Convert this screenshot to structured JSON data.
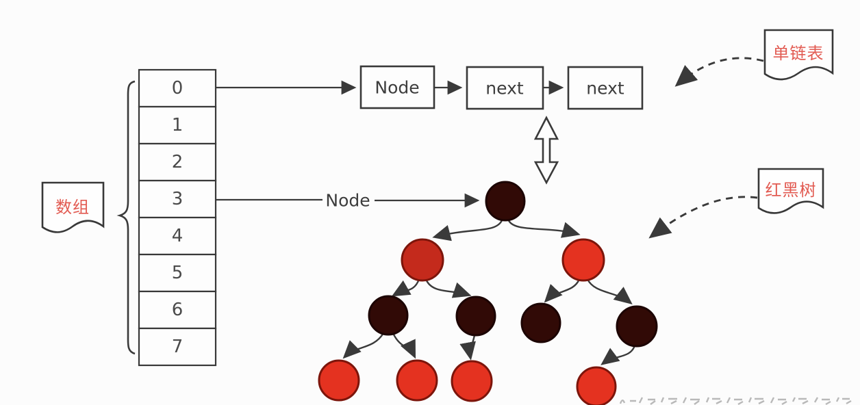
{
  "diagram": {
    "array": {
      "label": "数组",
      "cells": [
        "0",
        "1",
        "2",
        "3",
        "4",
        "5",
        "6",
        "7"
      ]
    },
    "linked_list": {
      "label": "单链表",
      "nodes": [
        "Node",
        "next",
        "next"
      ]
    },
    "tree": {
      "label": "红黑树",
      "pointer_label": "Node",
      "nodes": [
        {
          "id": "root",
          "color": "black",
          "parent": null
        },
        {
          "id": "L",
          "color": "red",
          "parent": "root"
        },
        {
          "id": "R",
          "color": "red",
          "parent": "root"
        },
        {
          "id": "LL",
          "color": "black",
          "parent": "L"
        },
        {
          "id": "LR",
          "color": "black",
          "parent": "L"
        },
        {
          "id": "RL",
          "color": "black",
          "parent": "R"
        },
        {
          "id": "RR",
          "color": "black",
          "parent": "R"
        },
        {
          "id": "LL-left",
          "color": "red",
          "parent": "LL"
        },
        {
          "id": "LL-right",
          "color": "red",
          "parent": "LL"
        },
        {
          "id": "LR-left",
          "color": "red",
          "parent": "LR"
        },
        {
          "id": "RR-left",
          "color": "red",
          "parent": "RR"
        }
      ]
    }
  },
  "colors": {
    "node_red": "#e43220",
    "node_red_dark": "#c42a1c",
    "node_black": "#310a06",
    "label_red": "#e25b52",
    "line": "#3a3a3a"
  }
}
